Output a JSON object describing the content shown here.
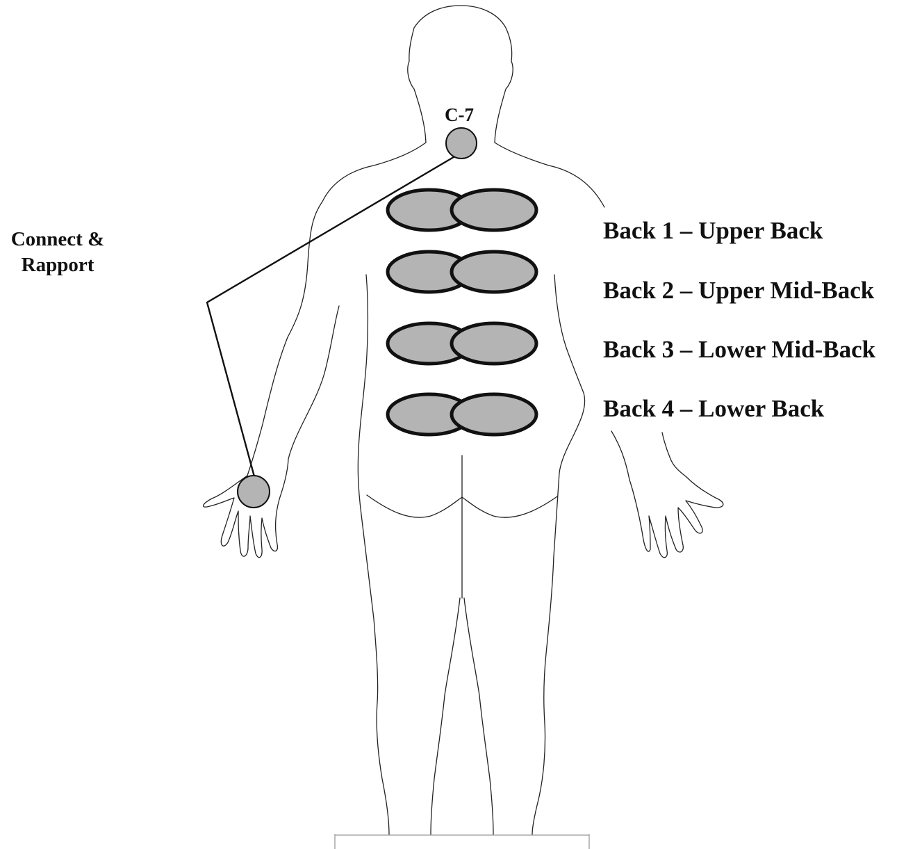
{
  "labels": {
    "c7": "C-7",
    "connect_line1": "Connect &",
    "connect_line2": "Rapport"
  },
  "back_zones": [
    {
      "label": "Back 1 – Upper Back"
    },
    {
      "label": "Back 2 – Upper Mid-Back"
    },
    {
      "label": "Back 3 – Lower Mid-Back"
    },
    {
      "label": "Back 4 – Lower Back"
    }
  ],
  "colors": {
    "pad_fill": "#b4b4b4",
    "outline": "#111111",
    "background": "#ffffff"
  }
}
